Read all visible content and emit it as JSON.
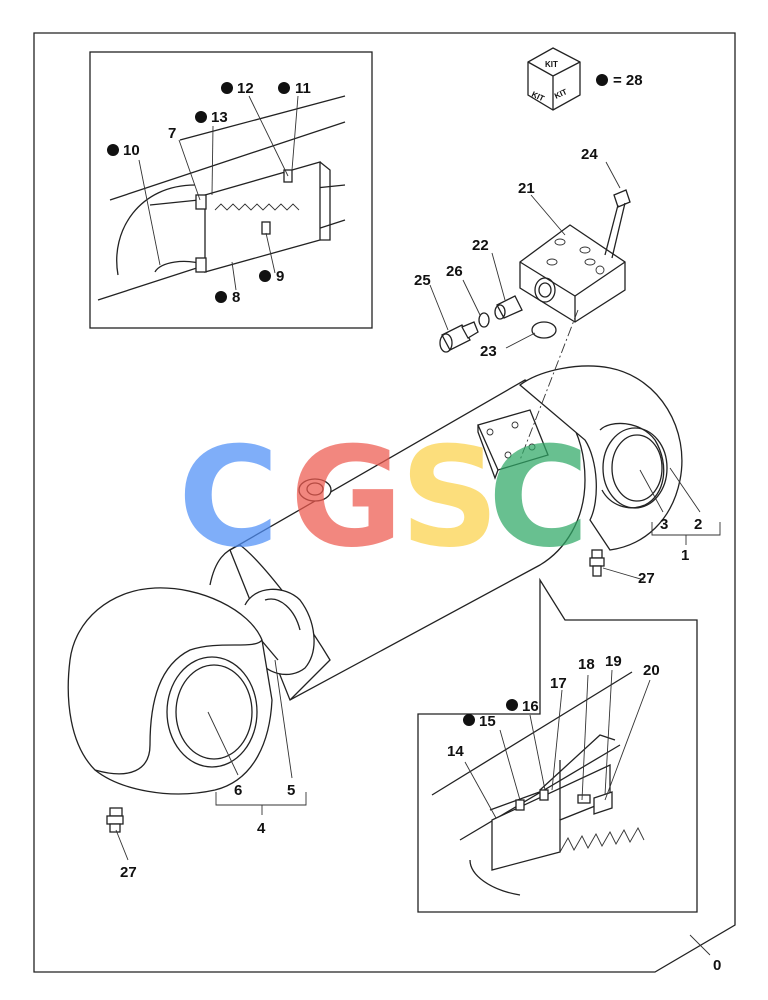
{
  "watermark": {
    "letters": [
      {
        "char": "C",
        "color": "#4f8ff7"
      },
      {
        "char": "G",
        "color": "#ee5a4f"
      },
      {
        "char": "S",
        "color": "#fbd24b"
      },
      {
        "char": "C",
        "color": "#2fa866"
      }
    ]
  },
  "kit": {
    "box_text": "KIT",
    "legend": "= 28"
  },
  "labels": {
    "p0": "0",
    "p1": "1",
    "p2": "2",
    "p3": "3",
    "p4": "4",
    "p5": "5",
    "p6": "6",
    "p7": "7",
    "p8": "8",
    "p9": "9",
    "p10": "10",
    "p11": "11",
    "p12": "12",
    "p13": "13",
    "p14": "14",
    "p15": "15",
    "p16": "16",
    "p17": "17",
    "p18": "18",
    "p19": "19",
    "p20": "20",
    "p21": "21",
    "p22": "22",
    "p23": "23",
    "p24": "24",
    "p25": "25",
    "p26": "26",
    "p27a": "27",
    "p27b": "27"
  }
}
